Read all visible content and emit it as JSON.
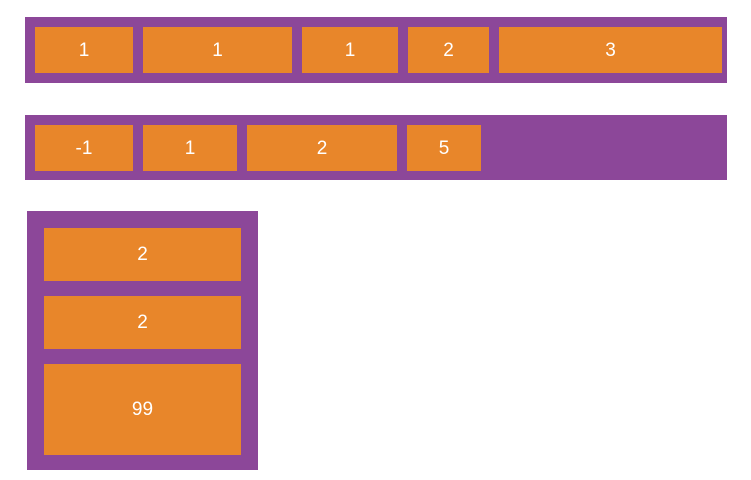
{
  "page": {
    "title": "Flexbox item sizing diagram",
    "background_color": "#ffffff",
    "container_color": "#8c4799",
    "item_color": "#e8862a",
    "item_text_color": "#ffffff"
  },
  "containers": [
    {
      "name": "row-container-1",
      "direction": "row",
      "items": [
        {
          "label": "1"
        },
        {
          "label": "1"
        },
        {
          "label": "1"
        },
        {
          "label": "2"
        },
        {
          "label": "3"
        }
      ]
    },
    {
      "name": "row-container-2",
      "direction": "row",
      "items": [
        {
          "label": "-1"
        },
        {
          "label": "1"
        },
        {
          "label": "2"
        },
        {
          "label": "5"
        }
      ]
    },
    {
      "name": "column-container-1",
      "direction": "column",
      "items": [
        {
          "label": "2"
        },
        {
          "label": "2"
        },
        {
          "label": "99"
        }
      ]
    }
  ]
}
